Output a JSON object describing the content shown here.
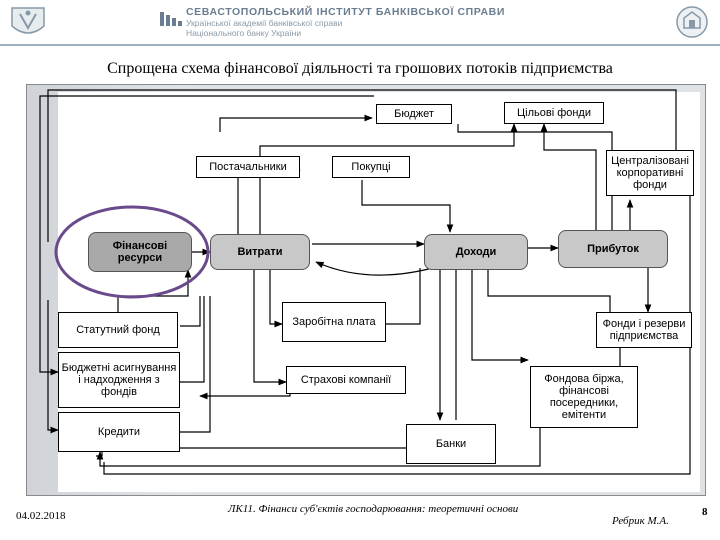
{
  "header": {
    "institute_title": "СЕВАСТОПОЛЬСЬКИЙ ІНСТИТУТ БАНКІВСЬКОЇ СПРАВИ",
    "institute_sub1": "Української академії банківської справи",
    "institute_sub2": "Національного банку України"
  },
  "slide": {
    "title": "Спрощена схема фінансової діяльності та грошових потоків підприємства"
  },
  "diagram": {
    "nodes": {
      "budget": "Бюджет",
      "target_funds": "Цільові фонди",
      "suppliers": "Постачальники",
      "buyers": "Покупці",
      "centralized_funds": "Централізовані корпоративні фонди",
      "financial_resources": "Фінансові ресурси",
      "expenses": "Витрати",
      "income": "Доходи",
      "profit": "Прибуток",
      "wages": "Заробітна плата",
      "charter_fund": "Статутний фонд",
      "enterprise_funds": "Фонди і резерви підприємства",
      "budget_financing": "Бюджетні асигнування і надходження з фондів",
      "insurance": "Страхові компанії",
      "stock_exchange": "Фондова біржа, фінансові посередники, емітенти",
      "credits": "Кредити",
      "banks": "Банки"
    },
    "highlight_color": "#6a4a8c"
  },
  "footer": {
    "date": "04.02.2018",
    "lecture": "ЛК11. Фінанси суб'єктів господарювання: теоретичні основи",
    "author": "Ребрик М.А.",
    "page": "8"
  }
}
